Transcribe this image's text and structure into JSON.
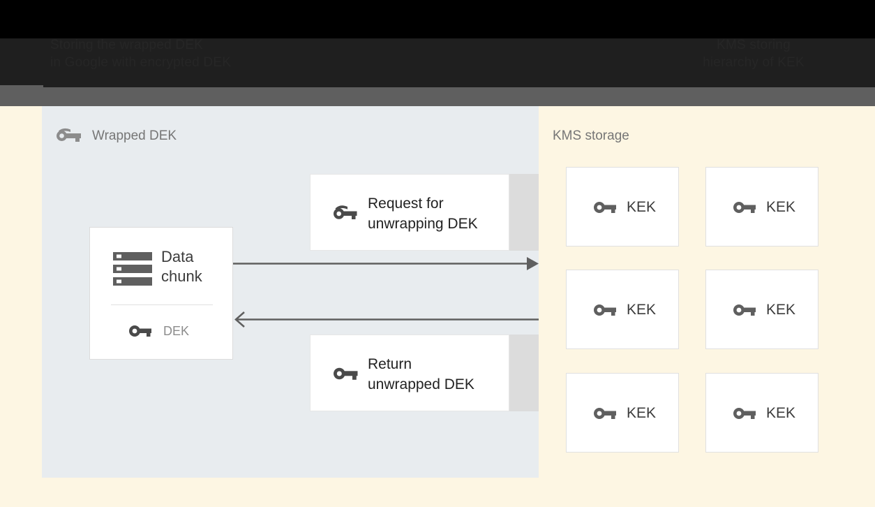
{
  "header": {
    "left_text": "Storing the wrapped DEK\nin Google with encrypted DEK",
    "right_text": "KMS storing\nhierarchy of KEK",
    "background_color": "#000000",
    "inner_color": "#1f1f1f",
    "text_color": "#262626",
    "band_color": "#5f5f5f"
  },
  "panels": {
    "wrapped": {
      "title": "Wrapped DEK",
      "icon": "wrapped-key-icon",
      "background_color": "#e8ecef",
      "title_color": "#767676"
    },
    "kms": {
      "title": "KMS storage",
      "background_color": "#fdf6e3",
      "title_color": "#767676"
    }
  },
  "data_chunk_card": {
    "icon": "storage-stack-icon",
    "title": "Data\nchunk",
    "key_icon": "key-icon",
    "key_label": "DEK",
    "background_color": "#ffffff",
    "border_color": "#dcdcdc",
    "title_color": "#3c3c3c",
    "key_label_color": "#8c8c8c"
  },
  "messages": [
    {
      "id": "request",
      "icon": "wrapped-key-icon",
      "text": "Request for\nunwrapping DEK"
    },
    {
      "id": "return",
      "icon": "key-icon",
      "text": "Return\nunwrapped DEK"
    }
  ],
  "arrows": [
    {
      "id": "request-arrow",
      "direction": "right",
      "color": "#5f5f5f"
    },
    {
      "id": "return-arrow",
      "direction": "left",
      "color": "#5f5f5f"
    }
  ],
  "kek_cards": [
    {
      "icon": "key-icon",
      "label": "KEK"
    },
    {
      "icon": "key-icon",
      "label": "KEK"
    },
    {
      "icon": "key-icon",
      "label": "KEK"
    },
    {
      "icon": "key-icon",
      "label": "KEK"
    },
    {
      "icon": "key-icon",
      "label": "KEK"
    },
    {
      "icon": "key-icon",
      "label": "KEK"
    }
  ],
  "colors": {
    "page_background": "#fdf6e3",
    "panel_blue_gray": "#e8ecef",
    "strip_gray": "#dcdcdc",
    "icon_gray": "#5f5f5f",
    "arrow_gray": "#5f5f5f"
  }
}
